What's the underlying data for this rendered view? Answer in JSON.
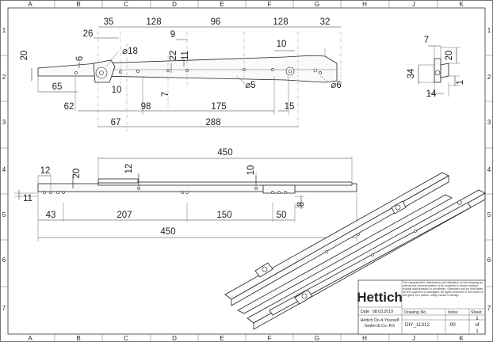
{
  "grid": {
    "columns": [
      "A",
      "B",
      "C",
      "D",
      "E",
      "F",
      "G",
      "H",
      "J",
      "K"
    ],
    "rows": [
      "1",
      "2",
      "3",
      "4",
      "5",
      "6",
      "7"
    ]
  },
  "top_view": {
    "dims": [
      "35",
      "128",
      "96",
      "128",
      "32",
      "26",
      "9",
      "10",
      "20",
      "6",
      "22",
      "11",
      "7",
      "65",
      "10",
      "62",
      "98",
      "175",
      "15",
      "67",
      "288"
    ],
    "diameters": [
      "⌀18",
      "⌀5",
      "⌀6"
    ]
  },
  "section_view": {
    "dims": [
      "7",
      "20",
      "34",
      "1",
      "14"
    ]
  },
  "side_view": {
    "dims": [
      "450",
      "12",
      "20",
      "12",
      "10",
      "11",
      "43",
      "207",
      "150",
      "50",
      "8",
      "450"
    ]
  },
  "title_block": {
    "brand": "Hettich",
    "legal_text": "The reproduction, distribution and utilization of this drawing as well as the communication of its contents to others without explicit authorization is prohibited. Offenders will be held liable for the payment of damages. All rights reserved in the event of the grant of a patent, utility model or design.",
    "date_label": "Date",
    "date_value": "08.03.2019",
    "company_line1": "Hettich Do-it-Yourself",
    "company_line2": "GmbH & Co. KG",
    "drawing_no_label": "Drawing No.",
    "drawing_no": "DIY_11312",
    "index_label": "Index",
    "index_value": ".00",
    "sheet_label": "Sheet",
    "sheet_value": "1",
    "sheet_of": "of",
    "sheet_total": "1"
  }
}
